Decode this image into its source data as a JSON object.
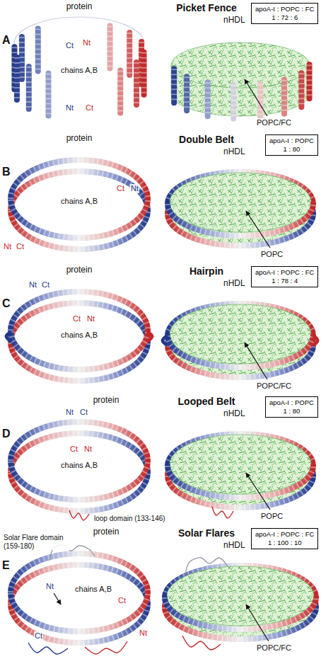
{
  "diagram": {
    "nodes": [
      {
        "text": [
          "apoA-I : POPC : FC",
          "1 : 72 : 6"
        ]
      },
      {
        "text": [
          "apoA-I : POPC",
          "1 : 80"
        ]
      },
      {
        "text": [
          "apoA-I : POPC : FC",
          "1 : 78 : 4"
        ]
      },
      {
        "text": [
          "apoA-I : POPC",
          "1 : 80"
        ]
      },
      {
        "text": [
          "apoA-I : POPC : FC",
          "1 : 100 : 10"
        ]
      }
    ],
    "labels": [
      "A",
      "Picket Fence",
      "protein",
      "nHDL",
      "chains A,B",
      "Ct",
      "Nt",
      "Nt",
      "Ct",
      "POPC/FC",
      "B",
      "Double Belt",
      "protein",
      "nHDL",
      "chains A,B",
      "Ct",
      "Nt",
      "Nt",
      "Ct",
      "POPC",
      "C",
      "Hairpin",
      "protein",
      "nHDL",
      "chains A,B",
      "Nt",
      "Ct",
      "Ct",
      "Nt",
      "POPC/FC",
      "D",
      "Looped Belt",
      "protein",
      "nHDL",
      "chains A,B",
      "Nt",
      "Ct",
      "Ct",
      "Nt",
      "loop domain (133-146)",
      "POPC",
      "E",
      "Solar Flares",
      "Solar Flare domain (159-180)",
      "protein",
      "nHDL",
      "chains A,B",
      "Nt",
      "Ct",
      "Ct",
      "Nt",
      "POPC/FC"
    ]
  }
}
